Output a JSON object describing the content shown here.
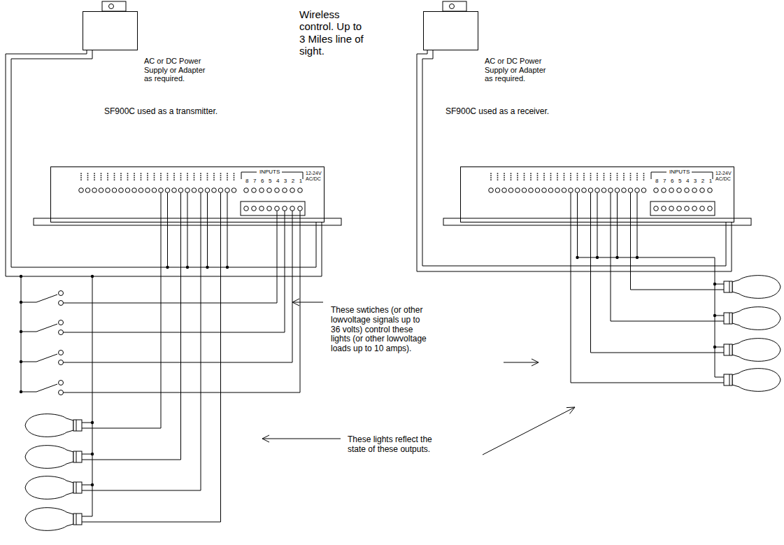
{
  "diagram": {
    "nodes": [
      {
        "text": [
          "AC or DC Power Supply or Adapter as required."
        ]
      },
      {
        "text": [
          "AC or DC Power Supply or Adapter as required."
        ]
      },
      {
        "text": [
          "SF900C used as a transmitter.",
          "INPUTS",
          "8 7 6 5 4 3 2 1",
          "12-24V AC/DC"
        ]
      },
      {
        "text": [
          "SF900C used as a receiver.",
          "INPUTS",
          "8 7 6 5 4 3 2 1",
          "12-24V AC/DC"
        ]
      }
    ],
    "edges": [
      {
        "from": 0,
        "to": 2,
        "arrow": "none"
      },
      {
        "from": 1,
        "to": 3,
        "arrow": "none"
      }
    ],
    "labels": [
      "Wireless control. Up to 3 Miles line of sight.",
      "These swtiches (or other lowvoltage signals up to 36 volts) control these lights (or other lowvoltage loads up to 10 amps).",
      "These lights reflect the state of these outputs."
    ]
  }
}
